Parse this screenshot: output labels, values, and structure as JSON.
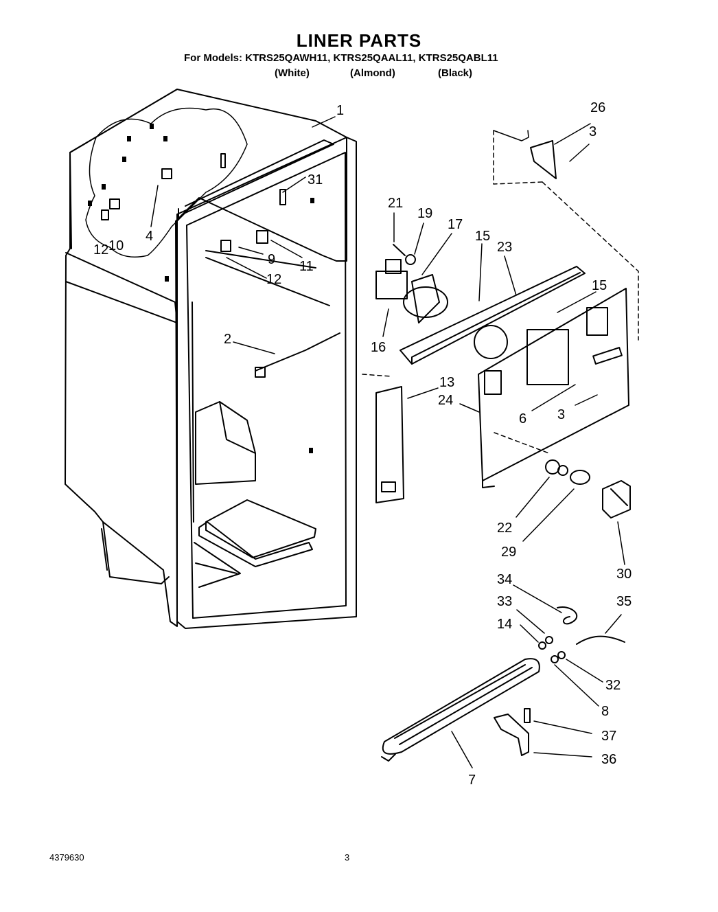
{
  "header": {
    "title": "LINER PARTS",
    "models_line": "For Models: KTRS25QAWH11, KTRS25QAAL11, KTRS25QABL11",
    "colors": [
      "(White)",
      "(Almond)",
      "(Black)"
    ]
  },
  "callouts": [
    "1",
    "26",
    "3",
    "31",
    "21",
    "19",
    "17",
    "15",
    "23",
    "15",
    "12",
    "10",
    "4",
    "9",
    "11",
    "12",
    "2",
    "16",
    "13",
    "24",
    "6",
    "3",
    "22",
    "29",
    "30",
    "34",
    "35",
    "33",
    "14",
    "32",
    "8",
    "37",
    "36",
    "7"
  ],
  "footer": {
    "doc_number": "4379630",
    "page_number": "3"
  }
}
